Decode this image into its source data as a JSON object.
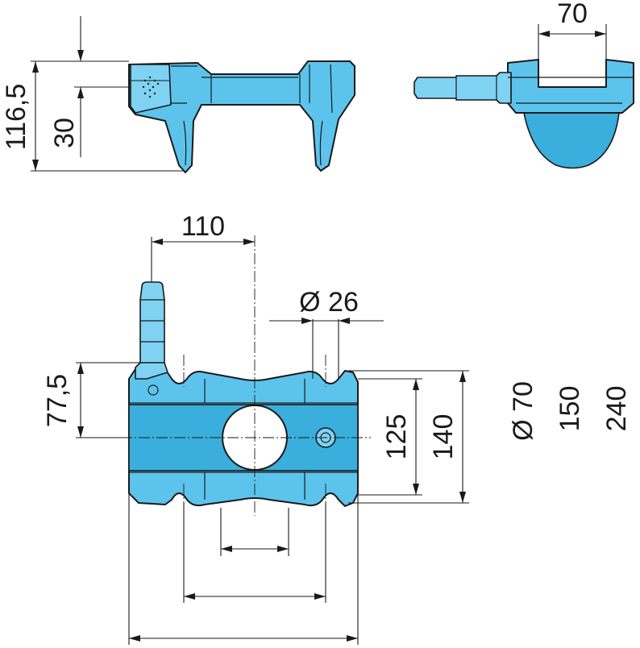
{
  "dimensions": {
    "overall_height": "116,5",
    "lip_height": "30",
    "top_width": "70",
    "pin_offset": "110",
    "hole_diameter": "Ø 26",
    "half_height": "77,5",
    "inner_height": "125",
    "outer_height": "140",
    "bore_diameter": "Ø 70",
    "hole_spacing": "150",
    "overall_length": "240"
  },
  "colors": {
    "part_fill": "#5cc4ec",
    "outline": "#1a1a1a"
  }
}
